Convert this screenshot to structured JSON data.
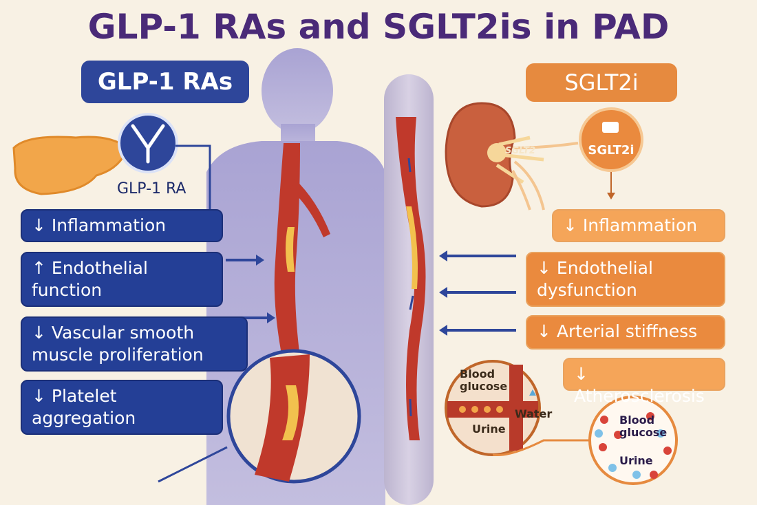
{
  "title": "GLP-1 RAs and SGLT2is in PAD",
  "left": {
    "header": "GLP-1 RAs",
    "drug_label": "GLP-1 RA",
    "effects": [
      "↓ Inflammation",
      "↑ Endothelial function",
      "↓ Vascular smooth muscle proliferation",
      "↓ Platelet aggregation"
    ],
    "receptor_icon": "receptor-antibody-icon"
  },
  "right": {
    "header": "SGLT2i",
    "drug_label": "SGLT2i",
    "kidney_label": "SGLT2",
    "effects": [
      "↓ Inflammation",
      "↓ Endothelial dysfunction",
      "↓ Arterial stiffness",
      "↓ Atherosclerosis"
    ],
    "zoom1": {
      "blood": "Blood glucose",
      "water": "Water",
      "urine": "Urine"
    },
    "zoom2": {
      "blood": "Blood glucose",
      "urine": "Urine"
    }
  },
  "colors": {
    "title": "#4a2a78",
    "glp_blue": "#243f96",
    "sglt_orange": "#ea8a3e",
    "artery_red": "#c0392b",
    "plaque_yellow": "#f2c14e",
    "body_lavender": "#b7aed1"
  }
}
